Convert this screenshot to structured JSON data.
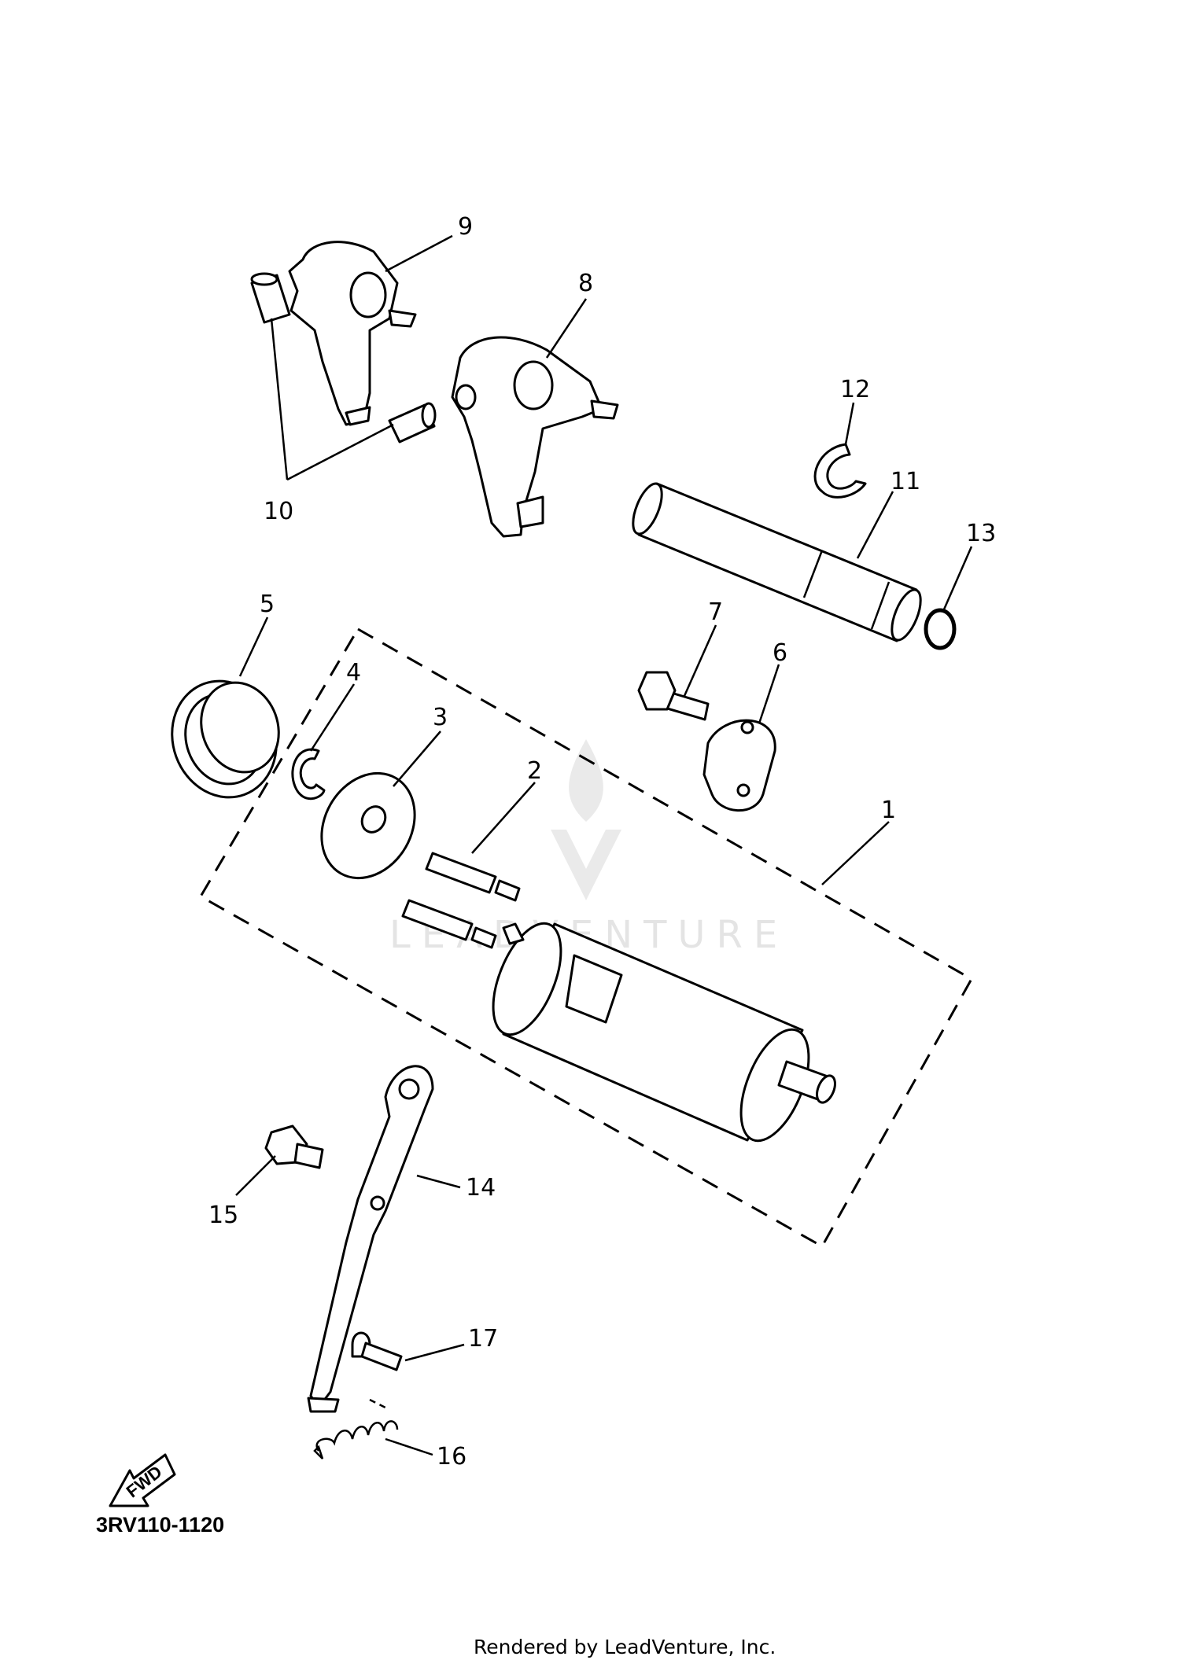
{
  "diagram_code": "3RV110-1120",
  "footer_text": "Rendered by LeadVenture, Inc.",
  "watermark_text": "LEADVENTURE",
  "fwd_label": "FWD",
  "callouts": {
    "c1": "1",
    "c2": "2",
    "c3": "3",
    "c4": "4",
    "c5": "5",
    "c6": "6",
    "c7": "7",
    "c8": "8",
    "c9": "9",
    "c10": "10",
    "c11": "11",
    "c12": "12",
    "c13": "13",
    "c14": "14",
    "c15": "15",
    "c16": "16",
    "c17": "17"
  }
}
